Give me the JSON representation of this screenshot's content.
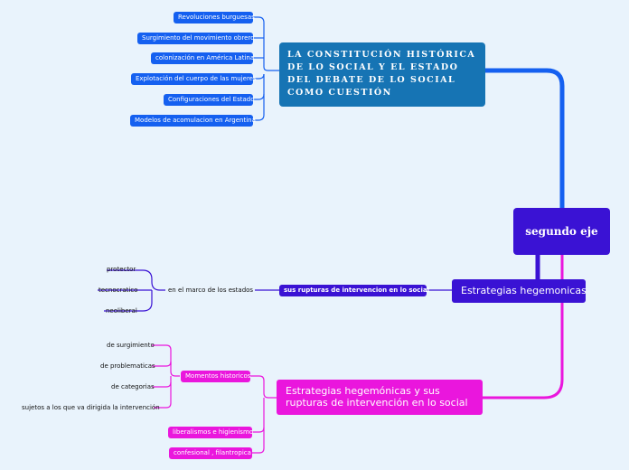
{
  "center": {
    "label": "segundo eje"
  },
  "branch_teal": {
    "title": "LA CONSTITUCIÓN HISTÓRICA DE LO SOCIAL  Y EL ESTADO DEL DEBATE DE LO SOCIAL COMO CUESTIÓN",
    "children": [
      "Revoluciones burguesas",
      "Surgimiento del movimiento obrero",
      "colonización  en América Latina",
      "Explotación del cuerpo de las mujeres",
      "Configuraciones del Estado",
      "Modelos de acomulacion en Argentina"
    ]
  },
  "branch_purple": {
    "title": "Estrategias hegemonicas",
    "sub": "sus rupturas  de intervencion en lo social",
    "sub_child": "en el marco de  los estados",
    "leaves": [
      "protector",
      "tecnocratico",
      "neoliberal"
    ]
  },
  "branch_pink": {
    "title": "Estrategias hegemónicas y sus rupturas de intervención en lo social",
    "momentos": "Momentos historicos",
    "momentos_leaves": [
      "de surgimiento",
      "de problematicas",
      "de categorias",
      "sujetos a los que va dirigida la intervención"
    ],
    "liberalismos": "liberalismos e higienismo",
    "confesional": "confesional , filantropica"
  },
  "colors": {
    "background": "#e9f3fc",
    "blue": "#1560f0",
    "teal": "#1674b4",
    "purple": "#3a12d4",
    "pink": "#ea16dd"
  }
}
